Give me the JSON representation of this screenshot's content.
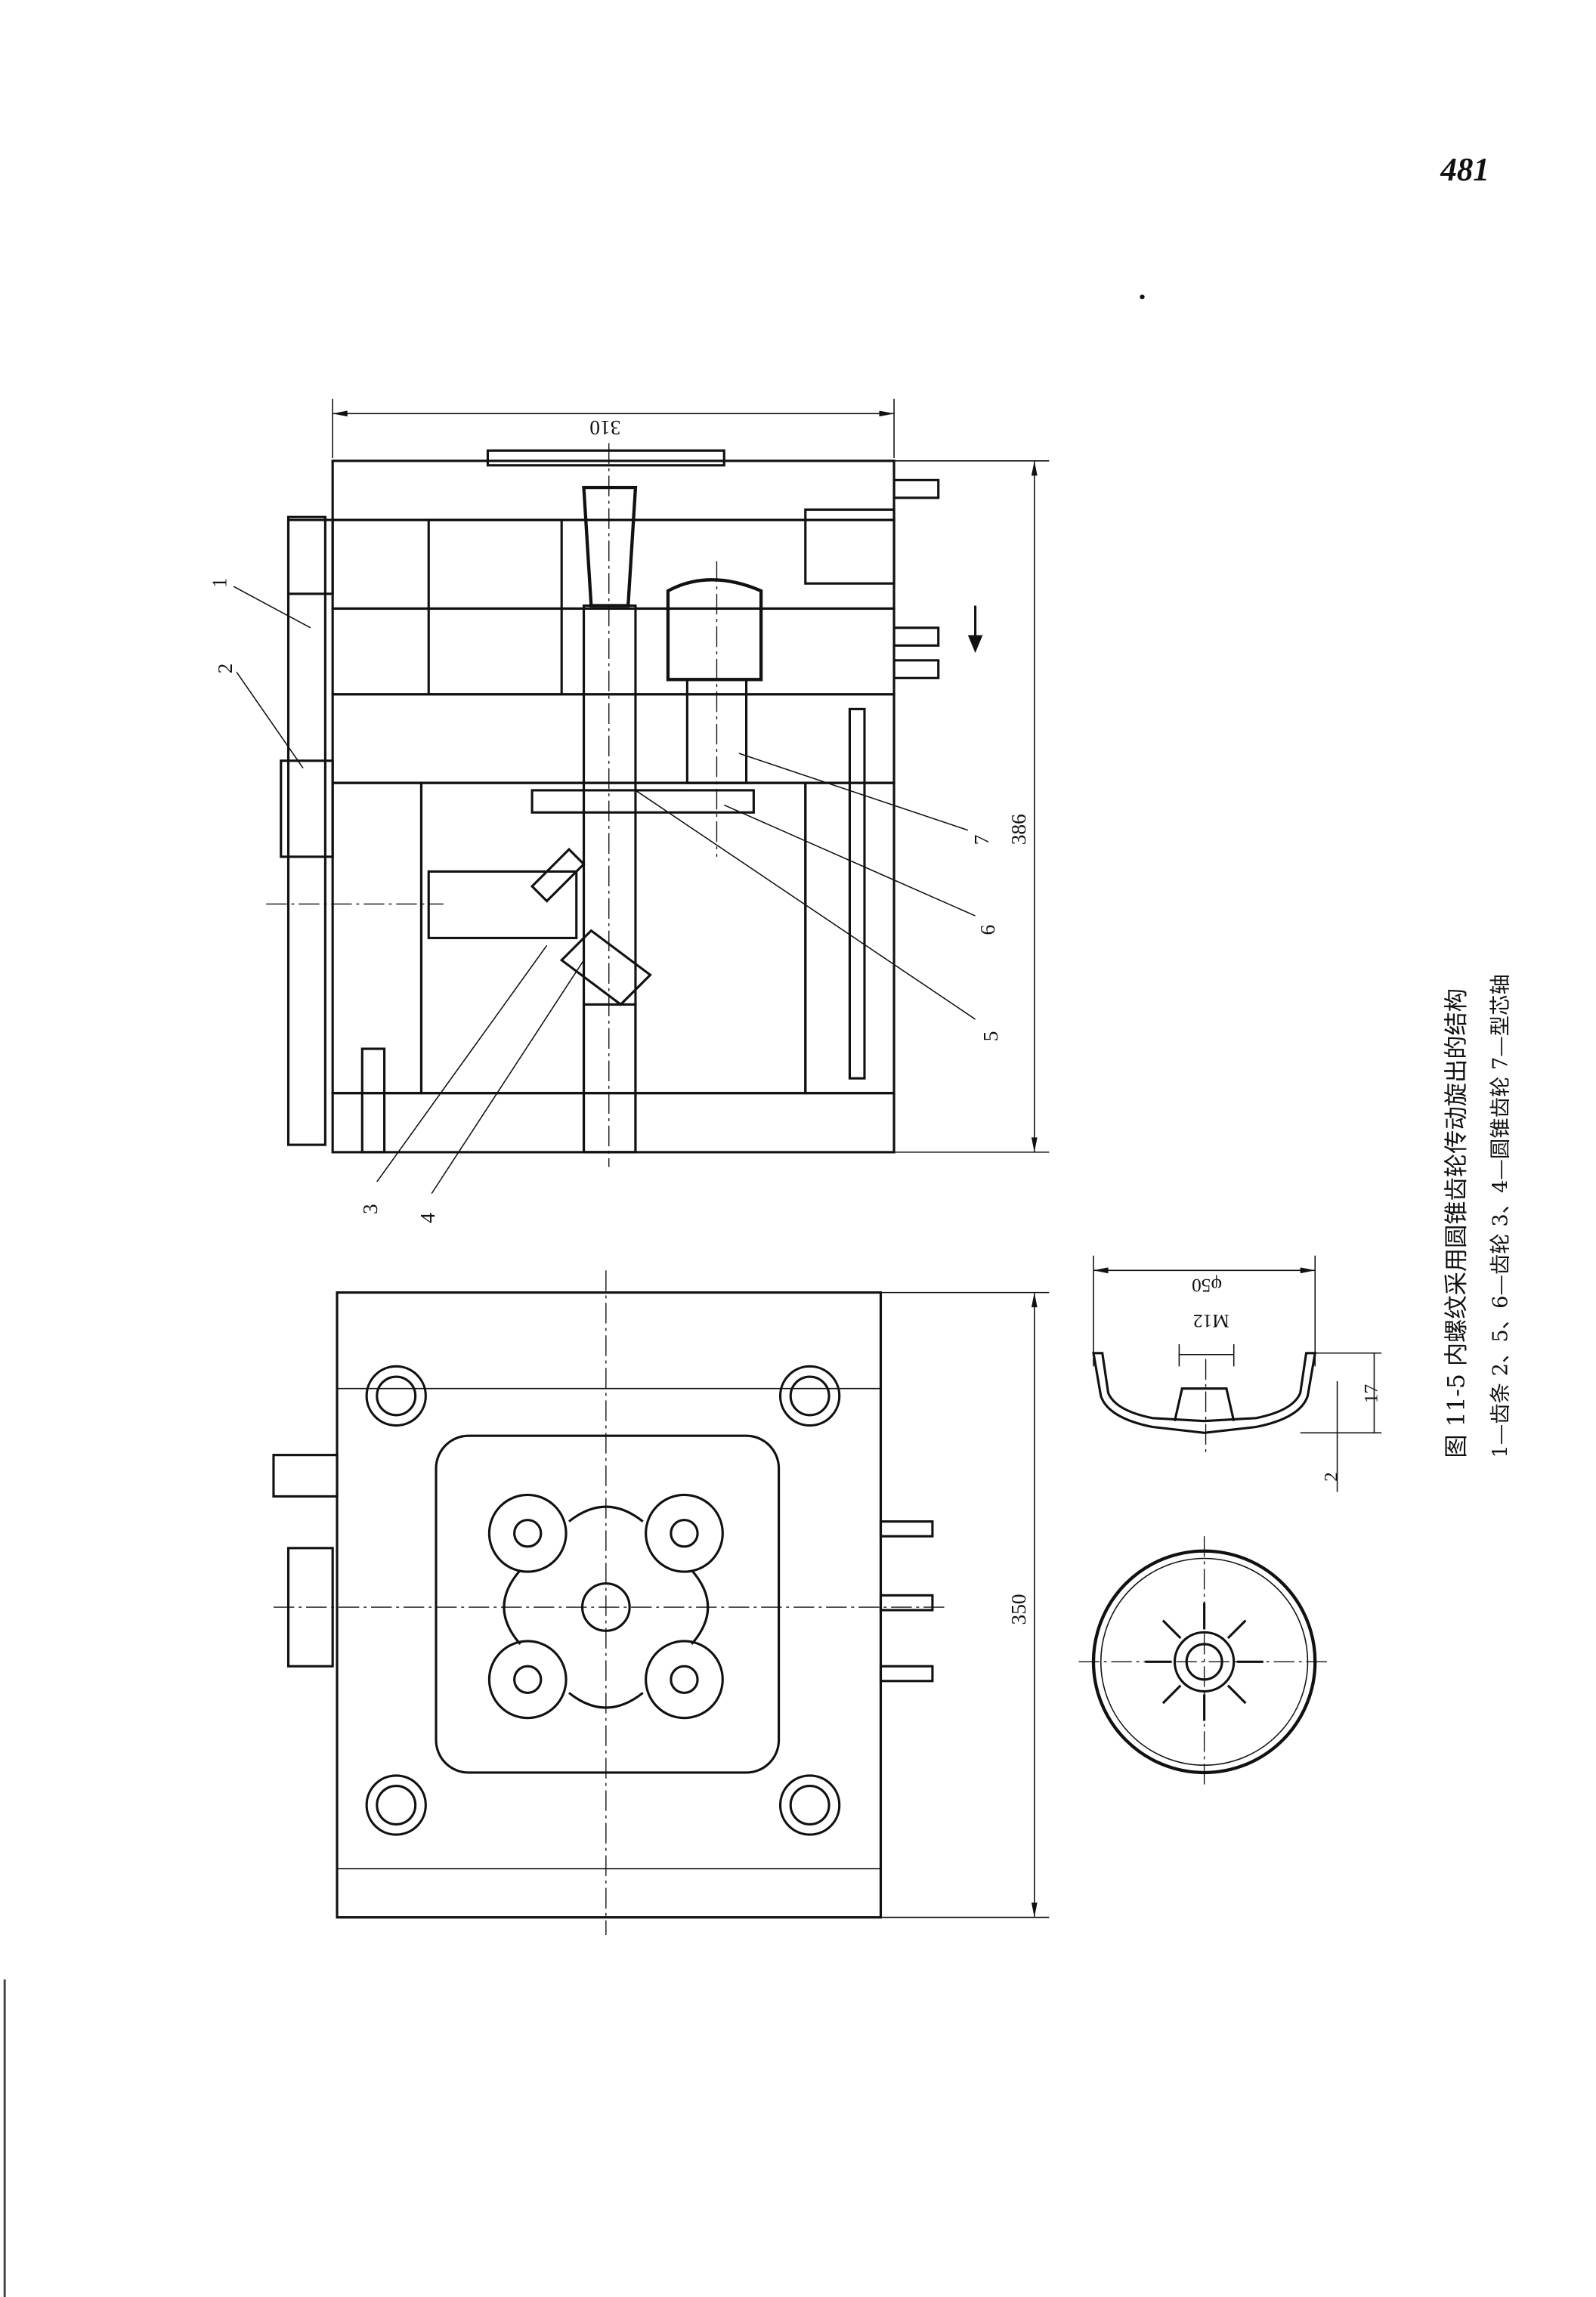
{
  "page": {
    "page_number": "481"
  },
  "figure": {
    "caption_title": "图 11-5  内螺纹采用圆锥齿轮传动旋出的结构",
    "caption_legend": "1—齿条  2、5、6—齿轮  3、4—圆锥齿轮  7—型芯轴",
    "part_labels": [
      "1",
      "2",
      "3",
      "4",
      "5",
      "6",
      "7"
    ],
    "dimensions": {
      "mold_width": "310",
      "mold_height": "386",
      "mold_plan_length": "350",
      "part_diameter": "φ50",
      "thread": "M12",
      "part_height": "17",
      "wall_thickness": "2"
    }
  }
}
